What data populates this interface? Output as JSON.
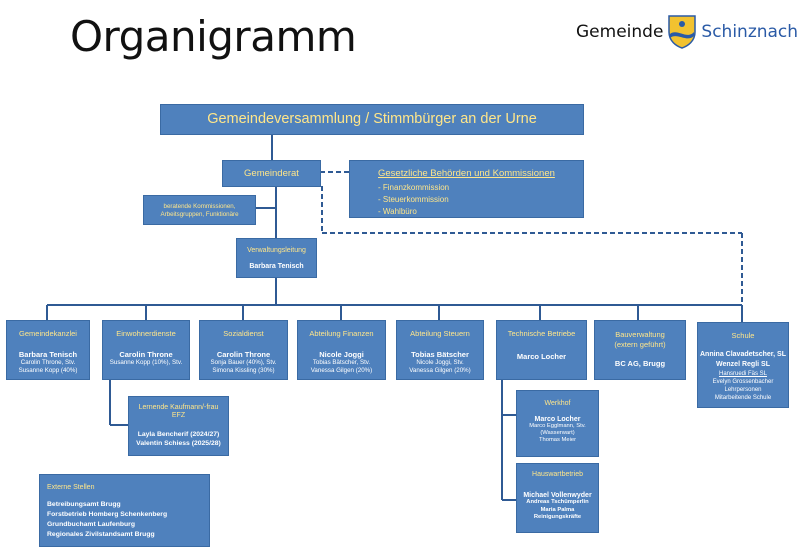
{
  "title": "Organigramm",
  "brand": {
    "gemeinde": "Gemeinde",
    "name": "Schinznach"
  },
  "colors": {
    "box": "#4f81bd",
    "line": "#2f5a94",
    "label": "#ffe68a"
  },
  "top": {
    "label": "Gemeindeversammlung / Stimmbürger an der Urne"
  },
  "gemeinderat": {
    "label": "Gemeinderat"
  },
  "behoerden": {
    "title": "Gesetzliche Behörden und Kommissionen",
    "items": [
      "- Finanzkommission",
      "- Steuerkommission",
      "- Wahlbüro"
    ]
  },
  "beratend": {
    "line1": "beratende Kommissionen,",
    "line2": "Arbeitsgruppen, Funktionäre"
  },
  "verwaltung": {
    "title": "Verwaltungsleitung",
    "name": "Barbara Tenisch"
  },
  "depts": [
    {
      "title": "Gemeindekanzlei",
      "name": "Barbara Tenisch",
      "sub": [
        "Carolin Throne, Stv.",
        "Susanne Kopp (40%)"
      ]
    },
    {
      "title": "Einwohnerdienste",
      "name": "Carolin Throne",
      "sub": [
        "Susanne Kopp (10%), Stv."
      ]
    },
    {
      "title": "Sozialdienst",
      "name": "Carolin Throne",
      "sub": [
        "Sonja Bauer (40%), Stv.",
        "Simona Kissling (30%)"
      ]
    },
    {
      "title": "Abteilung Finanzen",
      "name": "Nicole Joggi",
      "sub": [
        "Tobias Bätscher, Stv.",
        "Vanessa Gilgen (20%)"
      ]
    },
    {
      "title": "Abteilung Steuern",
      "name": "Tobias Bätscher",
      "sub": [
        "Nicole Joggi, Stv.",
        "Vanessa Gilgen (20%)"
      ]
    },
    {
      "title": "Technische Betriebe",
      "name": "Marco Locher",
      "sub": []
    },
    {
      "title": "Bauverwaltung\n(extern geführt)",
      "name": "BC AG, Brugg",
      "sub": []
    }
  ],
  "schule": {
    "title": "Schule",
    "lines": [
      "Annina Clavadetscher, SL",
      "Wenzel Regli SL",
      "Hansruedi Fäs SL",
      "Evelyn Grossenbacher",
      "Lehrpersonen",
      "Mitarbeitende Schule"
    ]
  },
  "lernende": {
    "title": "Lernende Kaufmann/-frau EFZ",
    "lines": [
      "Layla Bencherif (2024/27)",
      "Valentin Schiess (2025/28)"
    ]
  },
  "werkhof": {
    "title": "Werkhof",
    "name": "Marco Locher",
    "sub": [
      "Marco Egglmann, Stv.",
      "(Wasserwart)",
      "Thomas Meier"
    ]
  },
  "hauswart": {
    "title": "Hauswartbetrieb",
    "name": "Michael Vollenwyder",
    "sub": [
      "Andreas Tschümperlin",
      "Maria Palma",
      "Reinigungskräfte"
    ]
  },
  "extern": {
    "title": "Externe Stellen",
    "lines": [
      "Betreibungsamt Brugg",
      "Forstbetrieb Homberg Schenkenberg",
      "Grundbuchamt Laufenburg",
      "Regionales Zivilstandsamt Brugg"
    ]
  }
}
